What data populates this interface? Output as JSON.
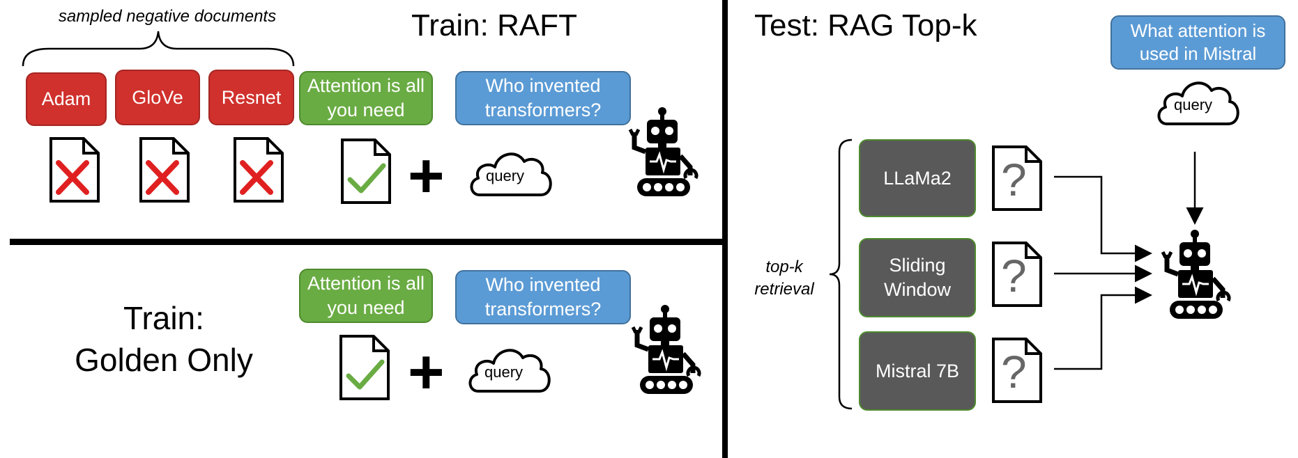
{
  "left_top": {
    "brace_label": "sampled negative documents",
    "title": "Train: RAFT",
    "negative_docs": [
      "Adam",
      "GloVe",
      "Resnet"
    ],
    "golden_doc": "Attention is all you need",
    "question": "Who invented transformers?",
    "plus": "+",
    "query": "query"
  },
  "left_bottom": {
    "title_line1": "Train:",
    "title_line2": "Golden Only",
    "golden_doc": "Attention is all you need",
    "question": "Who invented transformers?",
    "plus": "+",
    "query": "query"
  },
  "right": {
    "title": "Test: RAG Top-k",
    "question": "What attention is used in Mistral",
    "query": "query",
    "retrieval_label": "top-k retrieval",
    "docs": [
      "LLaMa2",
      "Sliding Window",
      "Mistral 7B"
    ],
    "doc_mark": "?"
  },
  "colors": {
    "negative": "#d0312d",
    "golden": "#6aac44",
    "question": "#5b9bd5",
    "retrieved": "#595959",
    "check": "#6aac44",
    "cross": "#e02020"
  }
}
